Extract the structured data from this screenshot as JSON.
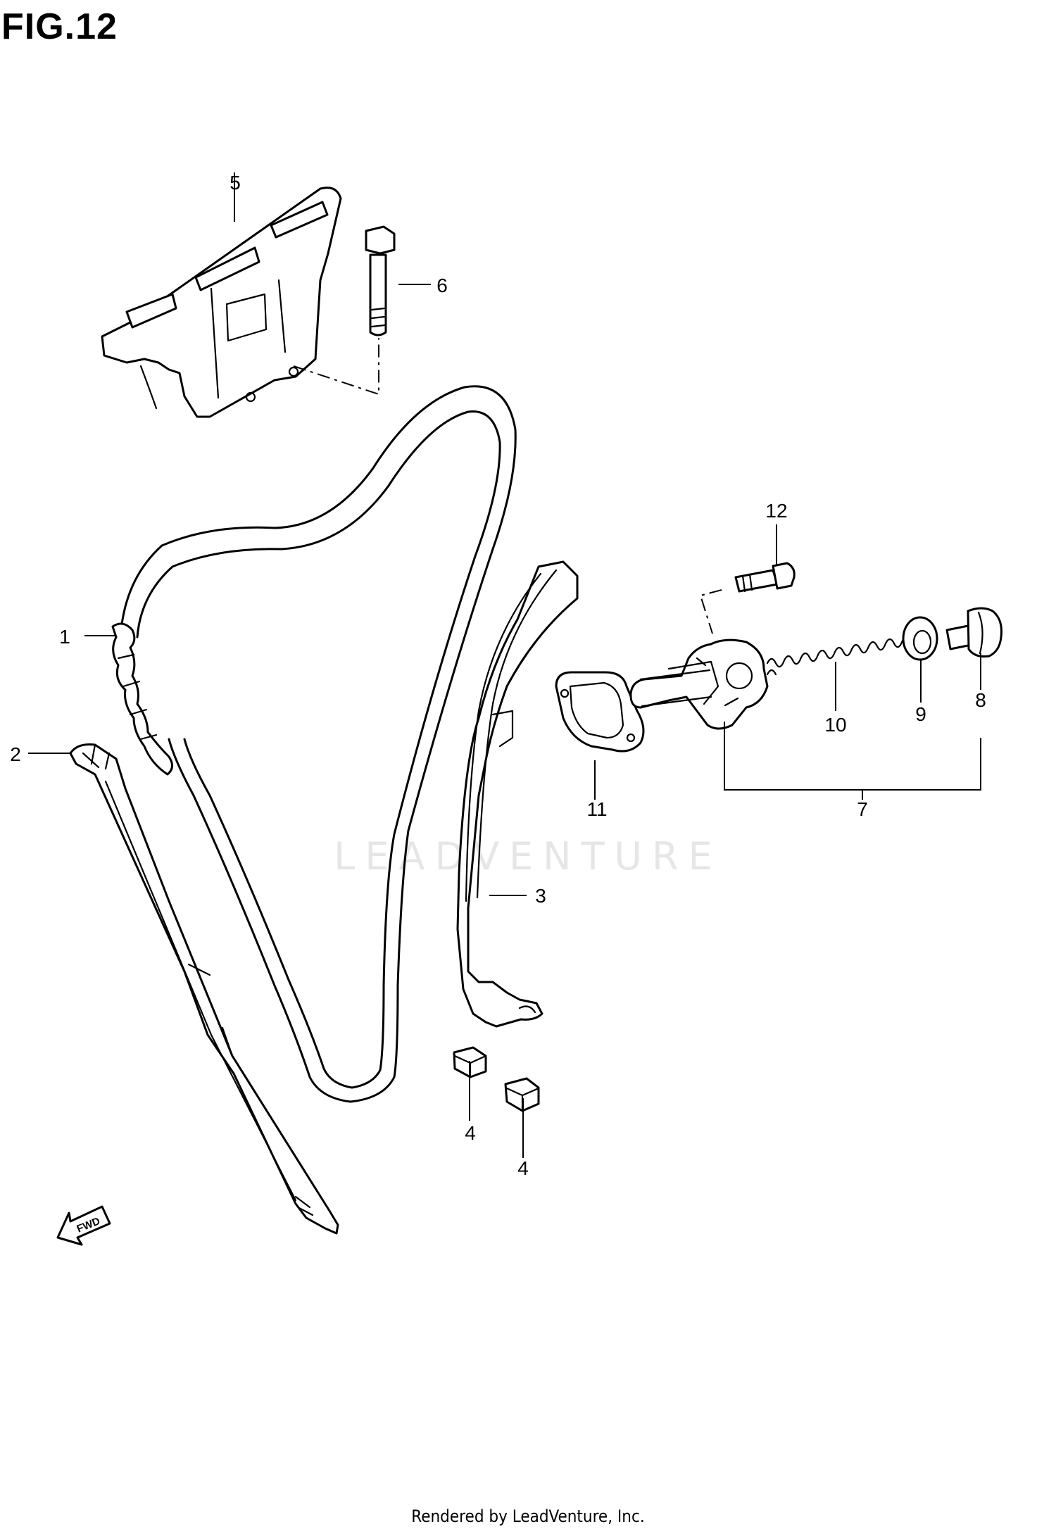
{
  "figure": {
    "title": "FIG.12"
  },
  "footer": {
    "credit": "Rendered by LeadVenture, Inc."
  },
  "watermark": {
    "text": "LEADVENTURE"
  },
  "direction_marker": {
    "label": "FWD",
    "icon": "fwd-arrow-icon"
  },
  "callouts": [
    {
      "id": "c1",
      "label": "1"
    },
    {
      "id": "c2",
      "label": "2"
    },
    {
      "id": "c3",
      "label": "3"
    },
    {
      "id": "c4a",
      "label": "4"
    },
    {
      "id": "c4b",
      "label": "4"
    },
    {
      "id": "c5",
      "label": "5"
    },
    {
      "id": "c6",
      "label": "6"
    },
    {
      "id": "c7",
      "label": "7"
    },
    {
      "id": "c8",
      "label": "8"
    },
    {
      "id": "c9",
      "label": "9"
    },
    {
      "id": "c10",
      "label": "10"
    },
    {
      "id": "c11",
      "label": "11"
    },
    {
      "id": "c12",
      "label": "12"
    }
  ]
}
